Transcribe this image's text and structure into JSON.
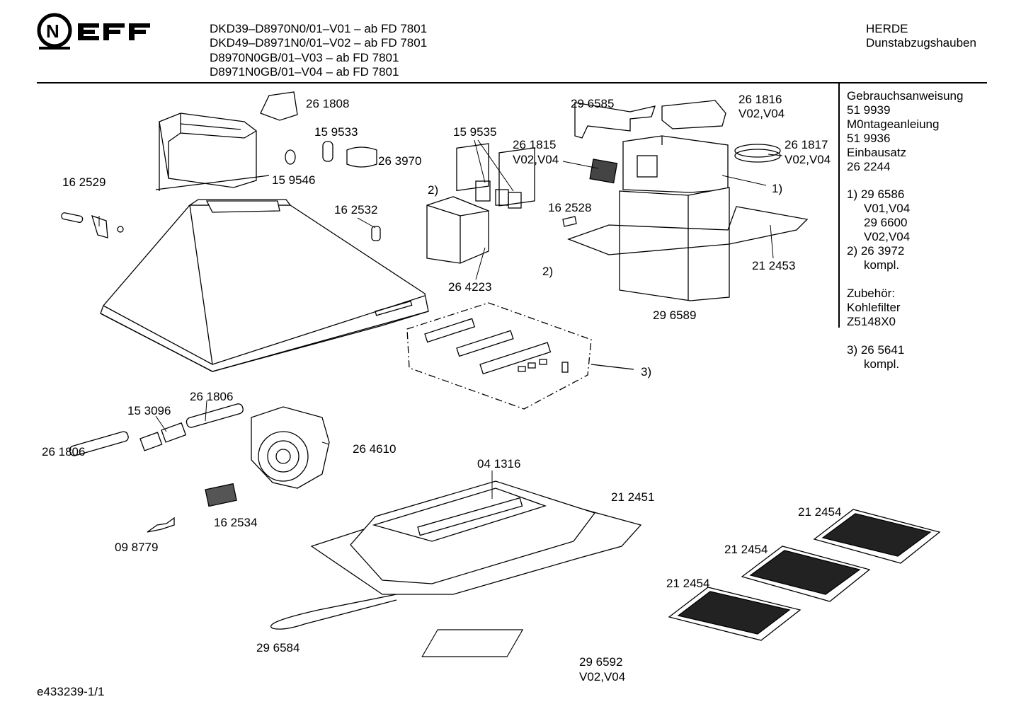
{
  "brand": "NEFF",
  "header": {
    "models": [
      "DKD39–D8970N0/01–V01 – ab FD 7801",
      "DKD49–D8971N0/01–V02 – ab FD 7801",
      "D8970N0GB/01–V03 – ab FD 7801",
      "D8971N0GB/01–V04 – ab FD 7801"
    ],
    "category": "HERDE",
    "subcategory": "Dunstabzugshauben"
  },
  "sidebar": [
    "Gebrauchsanweisung",
    "51 9939",
    "M0ntageanleiung",
    "51 9936",
    "Einbausatz",
    "26 2244",
    "1) 29 6586",
    "V01,V04",
    "29 6600",
    "V02,V04",
    "2) 26 3972",
    "kompl.",
    "Zubehör:",
    "Kohlefilter",
    "Z5148X0",
    "3) 26 5641",
    "kompl."
  ],
  "parts": [
    "26 1808",
    "15 9533",
    "15 9546",
    "26 3970",
    "16 2529",
    "16 2532",
    "15 9535",
    "26 1815",
    "V02,V04",
    "2)",
    "26 4223",
    "2)",
    "29 6585",
    "26 1816",
    "V02,V04",
    "26 1817",
    "V02,V04",
    "1)",
    "16 2528",
    "21 2453",
    "29 6589",
    "3)",
    "26 1806",
    "15 3096",
    "26 1806",
    "26 4610",
    "16 2534",
    "09 8779",
    "04 1316",
    "21 2451",
    "21 2454",
    "21 2454",
    "21 2454",
    "29 6584",
    "29 6592",
    "V02,V04"
  ],
  "footer": "e433239-1/1"
}
